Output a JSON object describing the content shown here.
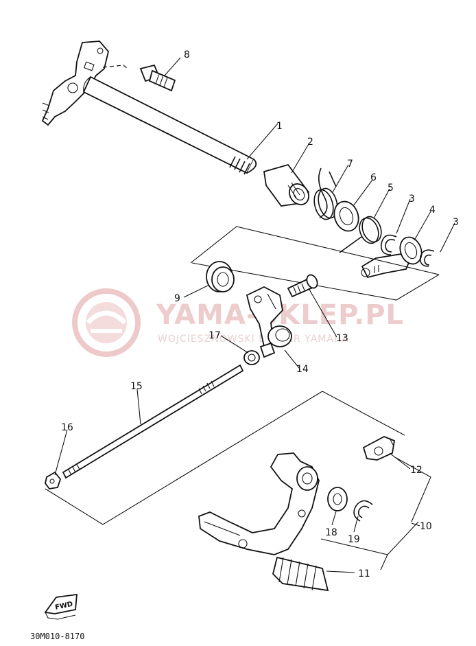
{
  "watermark": {
    "brand": "YAMA-SKLEP.PL",
    "tagline": "WOJCIESZNOWSKI DEALER YAMAHA",
    "accent_color": "#e0a3a3"
  },
  "callouts": [
    "1",
    "2",
    "3",
    "4",
    "5",
    "6",
    "7",
    "8",
    "9",
    "10",
    "11",
    "12",
    "13",
    "14",
    "15",
    "16",
    "17",
    "18",
    "19",
    "3"
  ],
  "fwd_label": "FWD",
  "diagram_code": "30M010-8170"
}
